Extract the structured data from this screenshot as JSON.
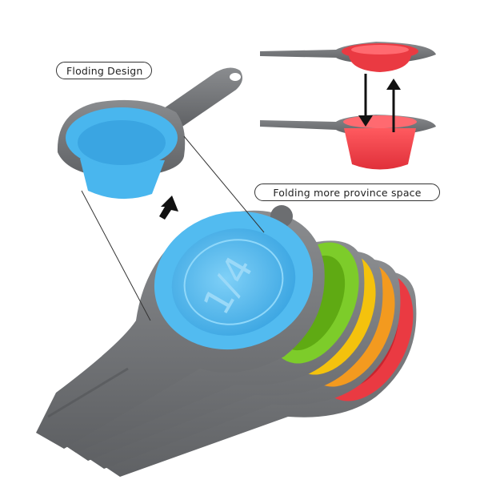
{
  "labels": {
    "floding_design": "Floding Design",
    "folding_space": "Folding more province space"
  },
  "cup_marking": "1/4",
  "colors": {
    "handle_gray": "#707275",
    "cup_blue": "#49b6ee",
    "cup_green": "#7dcc2a",
    "cup_yellow": "#f4c20d",
    "cup_orange": "#f39a1f",
    "cup_red": "#ea3a42",
    "arrow": "#111111"
  }
}
